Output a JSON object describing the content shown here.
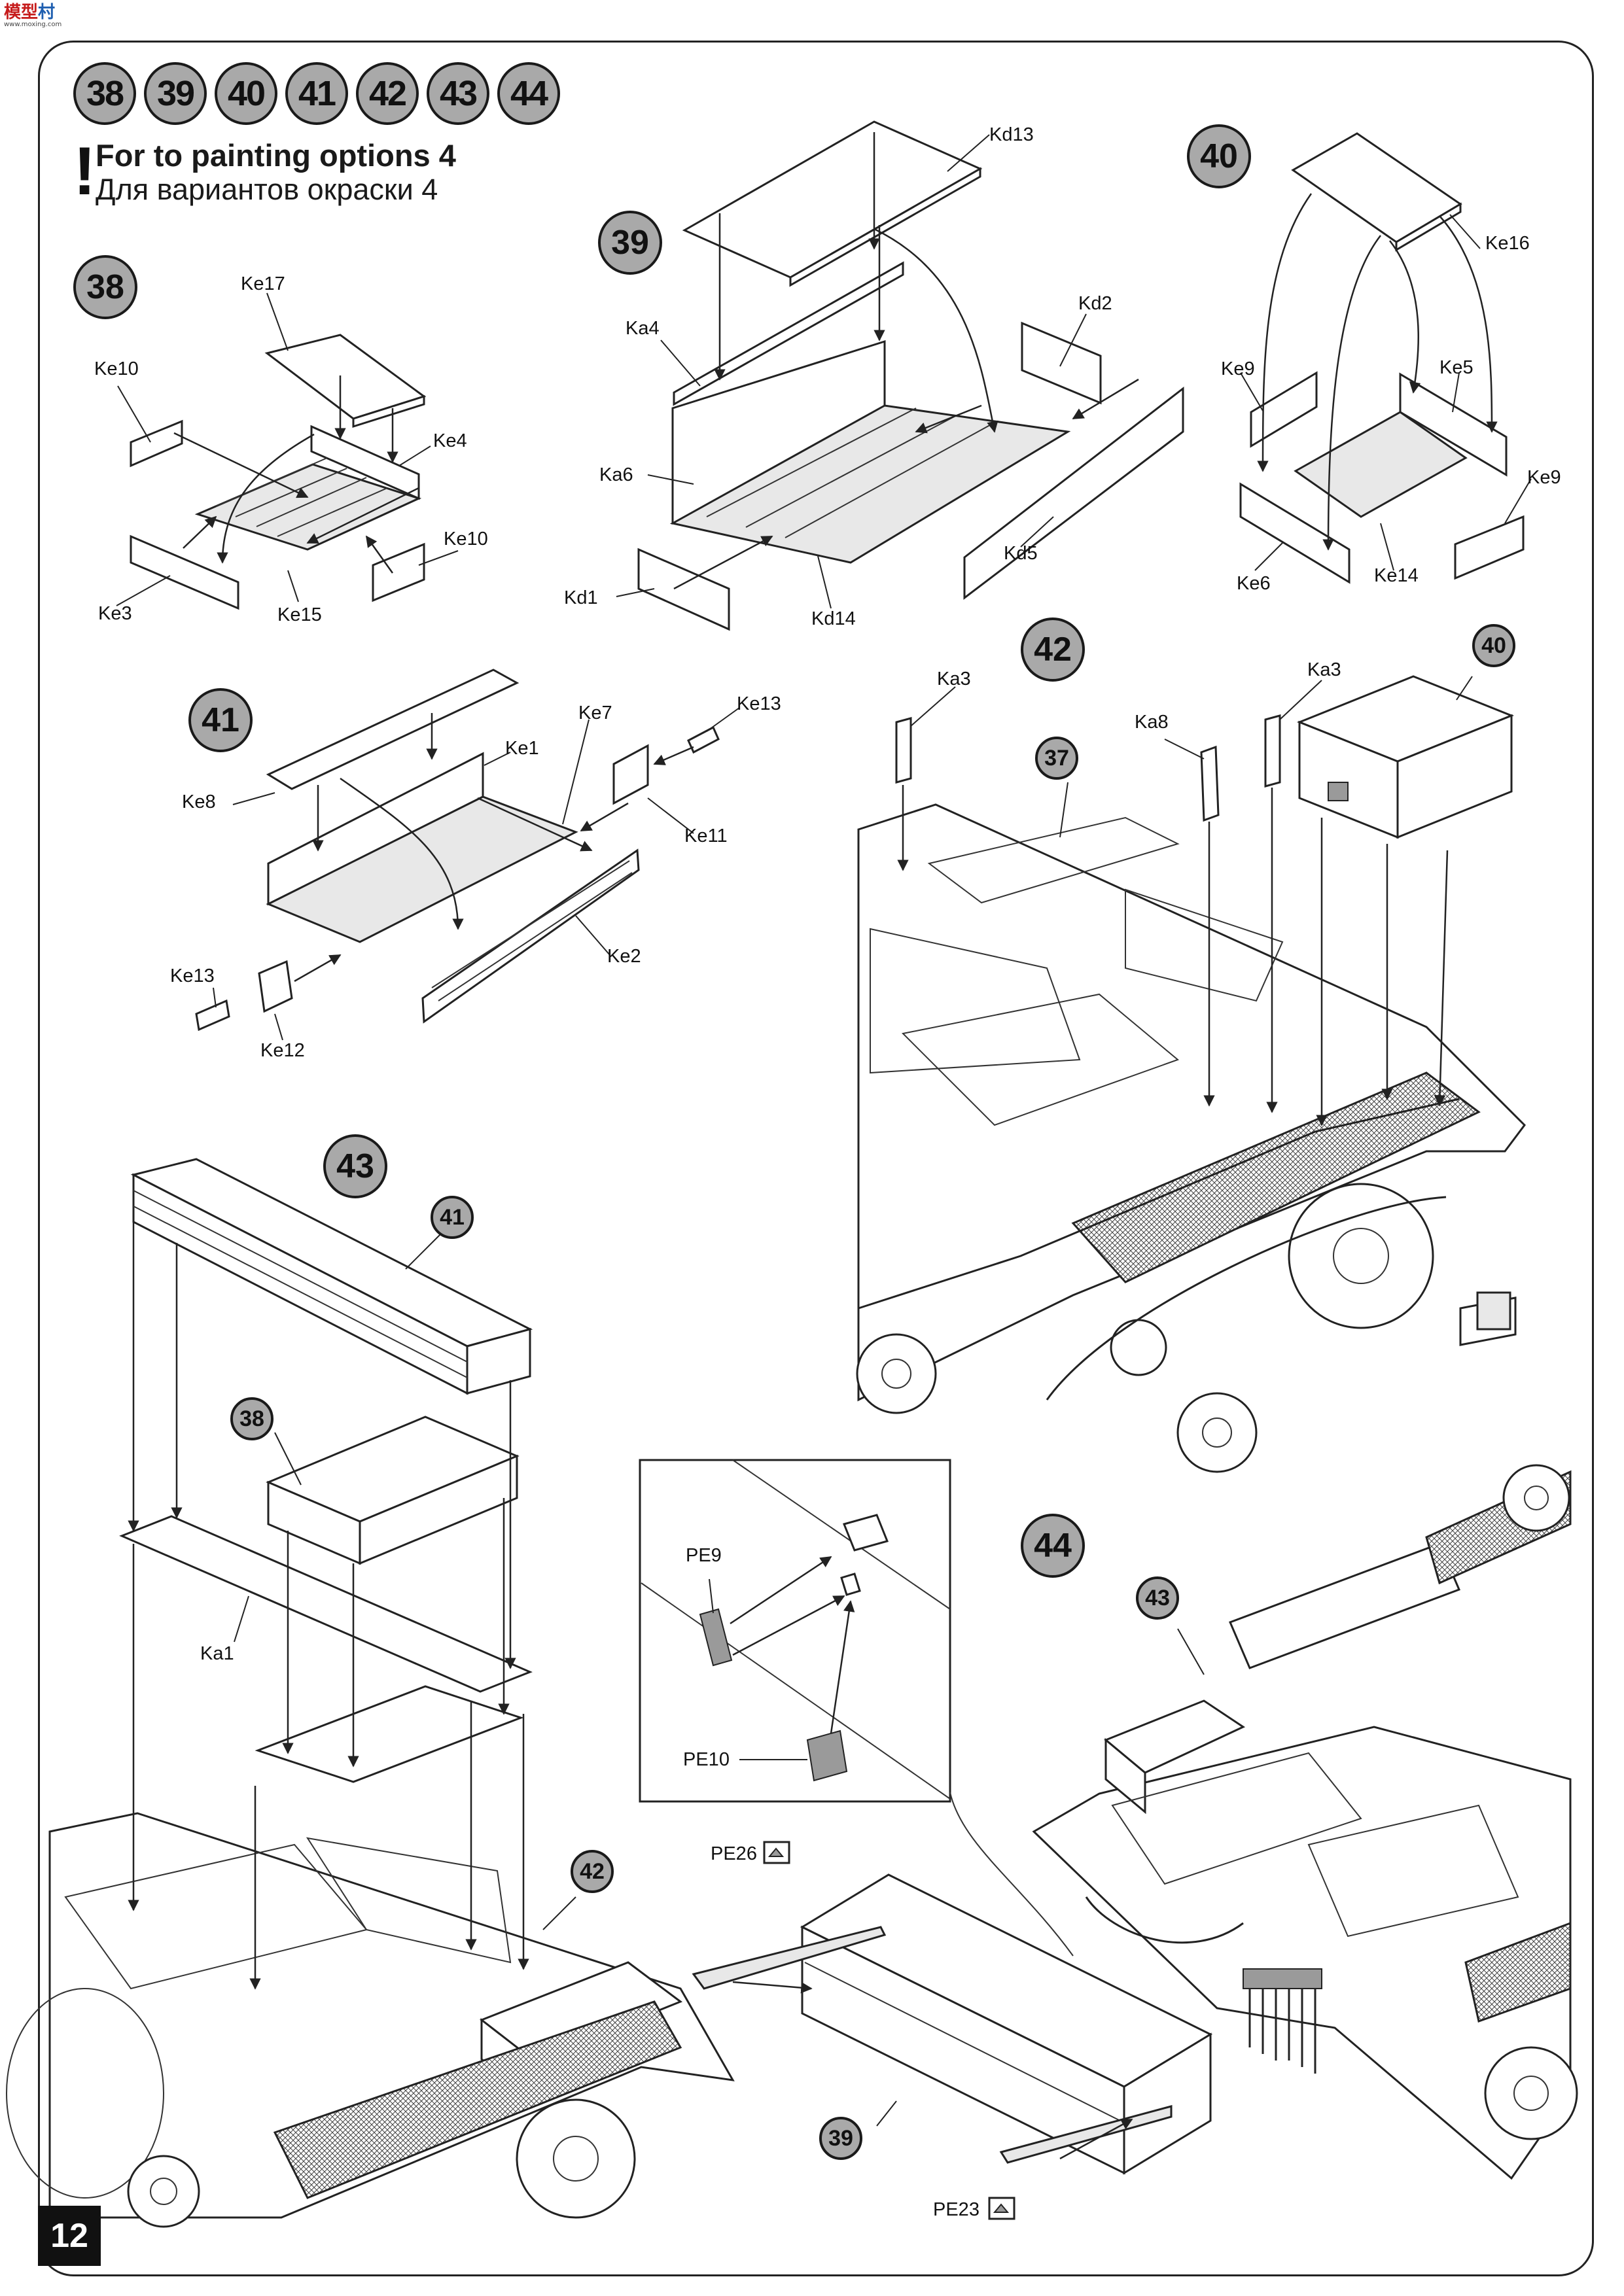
{
  "brand": {
    "mark_a": "模型",
    "mark_b": "村",
    "url": "www.moxing.com"
  },
  "header": {
    "steps": [
      "38",
      "39",
      "40",
      "41",
      "42",
      "43",
      "44"
    ]
  },
  "note": {
    "mark": "!",
    "en": "For to painting options 4",
    "ru": "Для вариантов окраски 4"
  },
  "steps": {
    "s38": {
      "number": "38",
      "parts": [
        "Ke17",
        "Ke10",
        "Ke4",
        "Ke10",
        "Ke3",
        "Ke15"
      ]
    },
    "s39": {
      "number": "39",
      "parts": [
        "Kd13",
        "Ka4",
        "Kd2",
        "Ka6",
        "Kd5",
        "Kd1",
        "Kd14"
      ]
    },
    "s40": {
      "number": "40",
      "parts": [
        "Ke16",
        "Ke9",
        "Ke5",
        "Ke9",
        "Ke6",
        "Ke14"
      ]
    },
    "s41": {
      "number": "41",
      "parts": [
        "Ke13",
        "Ke7",
        "Ke1",
        "Ke8",
        "Ke11",
        "Ke2",
        "Ke13",
        "Ke12"
      ]
    },
    "s42": {
      "number": "42",
      "parts": [
        "Ka3",
        "Ka3",
        "Ka8"
      ],
      "refs": [
        "37",
        "40"
      ]
    },
    "s43": {
      "number": "43",
      "parts": [
        "Ka1"
      ],
      "refs": [
        "41",
        "38",
        "42"
      ]
    },
    "s44": {
      "number": "44",
      "parts": [
        "PE9",
        "PE10",
        "PE26",
        "PE23"
      ],
      "refs": [
        "43",
        "39"
      ]
    }
  },
  "page": {
    "number": "12"
  }
}
